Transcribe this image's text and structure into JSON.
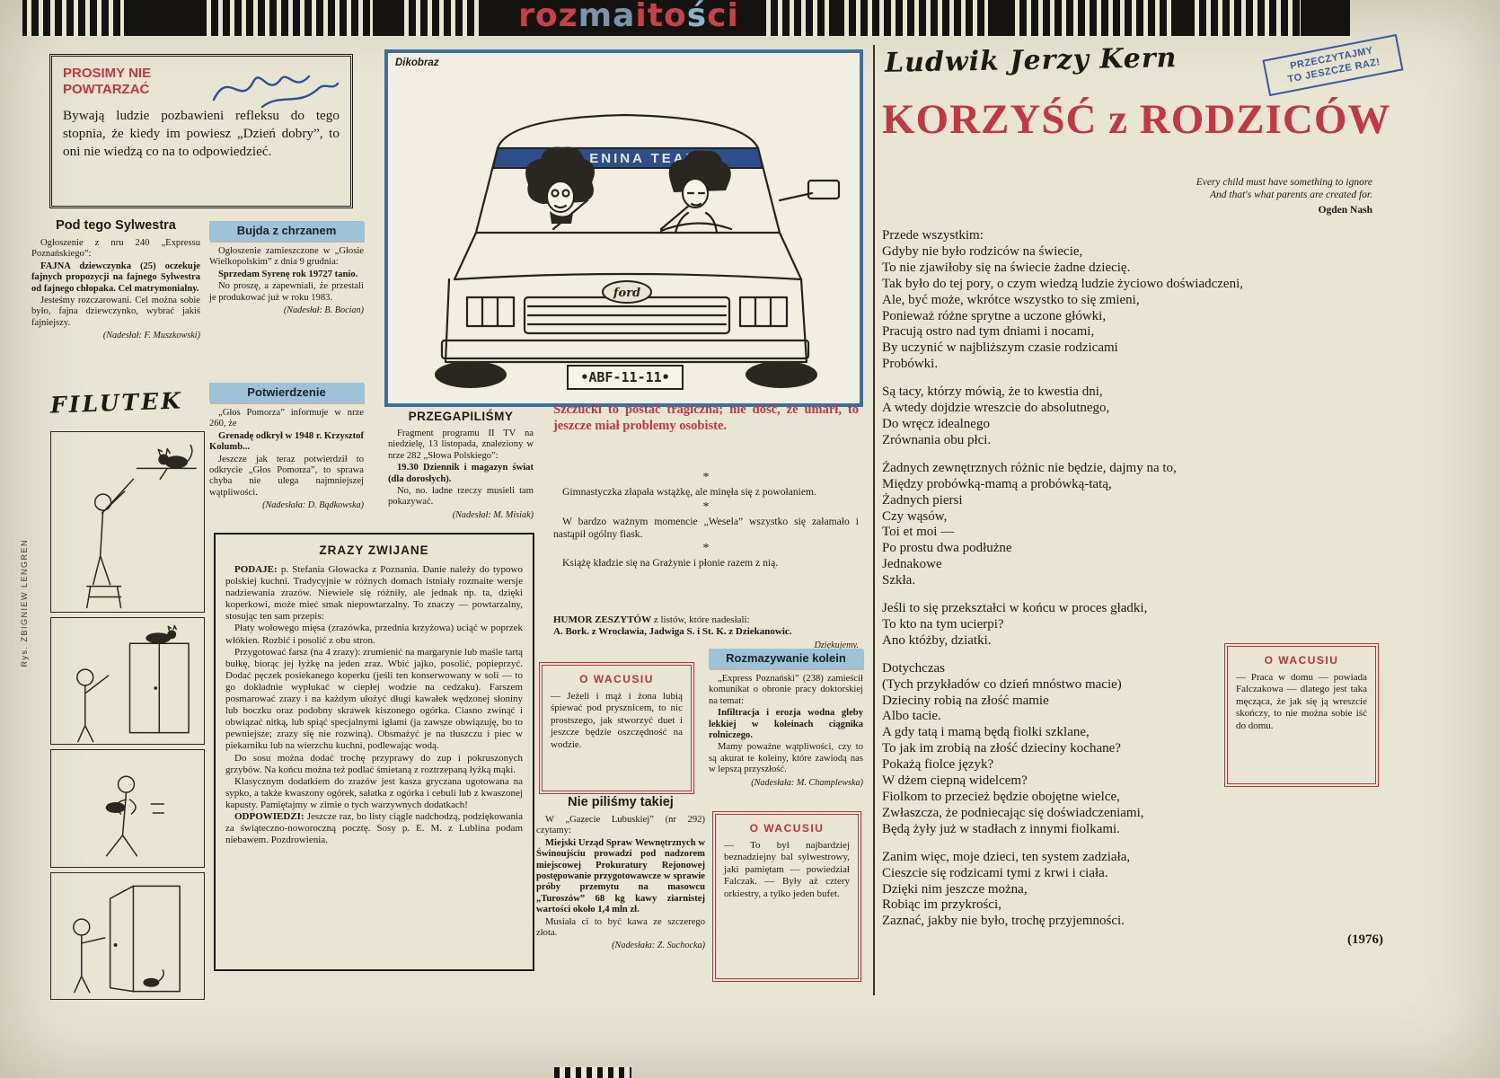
{
  "masthead": {
    "segments": [
      {
        "text": "roz",
        "style": "color:#c8404a"
      },
      {
        "text": "ma",
        "style": "color:#7b94ad"
      },
      {
        "text": "ito",
        "style": "color:#c8404a"
      },
      {
        "text": "ś",
        "style": "color:#8fb3cc"
      },
      {
        "text": "ci",
        "style": "color:#c8404a"
      }
    ]
  },
  "prosimy": {
    "title": "PROSIMY NIE\nPOWTARZAĆ",
    "body": "Bywają ludzie pozbawieni refleksu do tego stopnia, że kiedy im powiesz „Dzień dobry”, to oni nie wiedzą co na to odpowiedzieć."
  },
  "sylwester": {
    "heading": "Pod tego Sylwestra",
    "p1": "Ogłoszenie z nru 240 „Expressu Poznańskiego”:",
    "p2": "FAJNA dziewczynka (25) oczekuje fajnych propozycji na fajnego Sylwestra od fajnego chłopaka. Cel matrymonialny.",
    "p3": "Jesteśmy rozczarowani. Cel można sobie było, fajna dziewczynko, wybrać jakiś fajniejszy.",
    "sig": "(Nadesłał: F. Muszkowski)"
  },
  "filutek": {
    "title": "FILUTEK",
    "credit": "Rys. ZBIGNIEW LENGREN"
  },
  "bujda": {
    "heading": "Bujda z chrzanem",
    "p1": "Ogłoszenie zamieszczone w „Głosie Wielkopolskim” z dnia 9 grudnia:",
    "p2": "Sprzedam Syrenę rok 19727 tanio.",
    "p3": "No proszę, a zapewniali, że przestali je produkować już w roku 1983.",
    "sig": "(Nadesłał: B. Bocian)"
  },
  "potwierdzenie": {
    "heading": "Potwierdzenie",
    "p1": "„Głos Pomorza” informuje w nrze 260, że",
    "p2": "Grenadę odkrył w 1948 r. Krzysztof Kolumb...",
    "p3": "Jeszcze jak teraz potwierdził to odkrycie „Głos Pomorza”, to sprawa chyba nie ulega najmniejszej wątpliwości.",
    "sig": "(Nadesłała: D. Bądkowska)"
  },
  "zrazy": {
    "heading": "ZRAZY ZWIJANE",
    "p1_lead": "PODAJE:",
    "p1": " p. Stefania Głowacka z Poznania. Danie należy do typowo polskiej kuchni. Tradycyjnie w różnych domach istniały rozmaite wersje nadziewania zrazów. Niewiele się różniły, ale jednak np. ta, dzięki koperkowi, może mieć smak niepowtarzalny. To znaczy — powtarzalny, stosując ten sam przepis:",
    "p2": "Płaty wołowego mięsa (zrazówka, przednia krzyżowa) uciąć w poprzek włókien. Rozbić i posolić z obu stron.",
    "p3": "Przygotować farsz (na 4 zrazy): zrumienić na margarynie lub maśle tartą bułkę, biorąc jej łyżkę na jeden zraz. Wbić jajko, posolić, popieprzyć. Dodać pęczek posiekanego koperku (jeśli ten konserwowany w soli — to go dokładnie wypłukać w ciepłej wodzie na cedzaku). Farszem posmarować zrazy i na każdym ułożyć długi kawałek wędzonej słoniny lub boczku oraz podobny skrawek kiszonego ogórka. Ciasno zwinąć i obwiązać nitką, lub spiąć specjalnymi igłami (ja zawsze obwiązuję, bo to pewniejsze; zrazy się nie rozwiną). Obsmażyć je na tłuszczu i piec w piekarniku lub na wierzchu kuchni, podlewając wodą.",
    "p4": "Do sosu można dodać trochę przyprawy do zup i pokruszonych grzybów. Na końcu można też podlać śmietaną z roztrzepaną łyżką mąki.",
    "p5": "Klasycznym dodatkiem do zrazów jest kasza gryczana ugotowana na sypko, a także kwaszony ogórek, sałatka z ogórka i cebuli lub z kwaszonej kapusty. Pamiętajmy w zimie o tych warzywnych dodatkach!",
    "p6_lead": "ODPOWIEDZI:",
    "p6": " Jeszcze raz, bo listy ciągle nadchodzą, podziękowania za świąteczno-noworoczną pocztę. Sosy p. E. M. z Lublina podam niebawem. Pozdrowienia."
  },
  "cartoon": {
    "credit": "Dikobraz",
    "banner": "ZELENINA TEAM",
    "plate": "•ABF-11-11•",
    "logo": "ford"
  },
  "przegapilismy": {
    "heading": "PRZEGAPILIŚMY",
    "p1": "Fragment programu II TV na niedzielę, 13 listopada, znaleziony w nrze 282 „Słowa Polskiego”:",
    "p2": "19.30 Dziennik i magazyn świat (dla dorosłych).",
    "p3": "No, no. ładne rzeczy musieli tam pokazywać.",
    "sig": "(Nadesłał: M. Misiak)"
  },
  "szczucki": "Szczucki to postać tragiczna; nie dość, że umarł, to jeszcze miał problemy osobiste.",
  "jokes": {
    "star": "*",
    "j1": "Gimnastyczka złapała wstążkę, ale minęła się z powołaniem.",
    "j2": "W bardzo ważnym momencie „Wesela” wszystko się załamało i nastąpił ogólny fiask.",
    "j3": "Książę kładzie się na Grażynie i płonie razem z nią."
  },
  "humor": {
    "lead": "HUMOR ZESZYTÓW",
    "rest": " z listów, które nadesłali:",
    "names": "A. Bork. z Wrocławia, Jadwiga S. i St. K. z Dziekanowic.",
    "thanks": "Dziękujemy."
  },
  "wacusiu1": {
    "heading": "O WACUSIU",
    "body": "— Jeżeli i mąż i żona lubią śpiewać pod prysznicem, to nic prostszego, jak stworzyć duet i jeszcze będzie oszczędność na wodzie."
  },
  "niepilismy": {
    "heading": "Nie piliśmy takiej",
    "p1": "W „Gazecie Lubuskiej” (nr 292) czytamy:",
    "p2": "Miejski Urząd Spraw Wewnętrznych w Świnoujściu prowadzi pod nadzorem miejscowej Prokuratury Rejonowej postępowanie przygotowawcze w sprawie próby przemytu na masowcu „Turoszów” 68 kg kawy ziarnistej wartości około 1,4 mln zł.",
    "p3": "Musiała ci to być kawa ze szczerego złota.",
    "sig": "(Nadesłała: Z. Suchocka)"
  },
  "rozmazywanie": {
    "heading": "Rozmazywanie kolein",
    "p1": "„Express Poznański” (238) zamieścił komunikat o obronie pracy doktorskiej na temat:",
    "p2": "Infiltracja i erozja wodna gleby lekkiej w koleinach ciągnika rolniczego.",
    "p3": "Mamy poważne wątpliwości, czy to są akurat te koleiny, które zawiodą nas w lepszą przyszłość.",
    "sig": "(Nadesłała: M. Champlewska)"
  },
  "wacusiu2": {
    "heading": "O WACUSIU",
    "body": "— To był najbardziej beznadziejny bal sylwestrowy, jaki pamiętam — powiedział Falczak. — Były aż cztery orkiestry, a tylko jeden bufet."
  },
  "kern": {
    "author": "Ludwik Jerzy Kern",
    "stamp": "PRZECZYTAJMY\nTO JESZCZE RAZ!",
    "title": "KORZYŚĆ z RODZICÓW",
    "epigraph": "Every child must have something to ignore\nAnd that's what parents are created for.",
    "epigraph_author": "Ogden Nash",
    "poem": [
      "Przede wszystkim:\nGdyby nie było rodziców na świecie,\nTo nie zjawiłoby się na świecie żadne dziecię.\nTak było do tej pory, o czym wiedzą ludzie życiowo doświadczeni,\nAle, być może, wkrótce wszystko to się zmieni,\nPonieważ różne sprytne a uczone główki,\nPracują ostro nad tym dniami i nocami,\nBy uczynić w najbliższym czasie rodzicami\nProbówki.",
      "Są tacy, którzy mówią, że to kwestia dni,\nA wtedy dojdzie wreszcie do absolutnego,\nDo wręcz idealnego\nZrównania obu płci.",
      "Żadnych zewnętrznych różnic nie będzie, dajmy na to,\nMiędzy probówką-mamą a probówką-tatą,\nŻadnych piersi\nCzy wąsów,\nToi et moi —\nPo prostu dwa podłużne\nJednakowe\nSzkła.",
      "Jeśli to się przekształci w końcu w proces gładki,\nTo kto na tym ucierpi?\nAno któżby, dziatki.",
      "Dotychczas\n(Tych przykładów co dzień mnóstwo macie)\nDzieciny robią na złość mamie\nAlbo tacie.\nA gdy tatą i mamą będą fiolki szklane,\nTo jak im zrobią na złość dzieciny kochane?\nPokażą fiolce język?\nW dżem ciepną widelcem?\nFiolkom to przecież będzie obojętne wielce,\nZwłaszcza, że podniecając się doświadczeniami,\nBędą żyły już w stadłach z innymi fiolkami.",
      "Zanim więc, moje dzieci, ten system zadziała,\nCieszcie się rodzicami tymi z krwi i ciała.\nDzięki nim jeszcze można,\nRobiąc im przykrości,\nZaznać, jakby nie było, trochę przyjemności."
    ],
    "year": "(1976)"
  },
  "wacusiu3": {
    "heading": "O WACUSIU",
    "body": "— Praca w domu — powiada Falczakowa — dlatego jest taka męcząca, że jak się ją wreszcie skończy, to nie można sobie iść do domu."
  }
}
